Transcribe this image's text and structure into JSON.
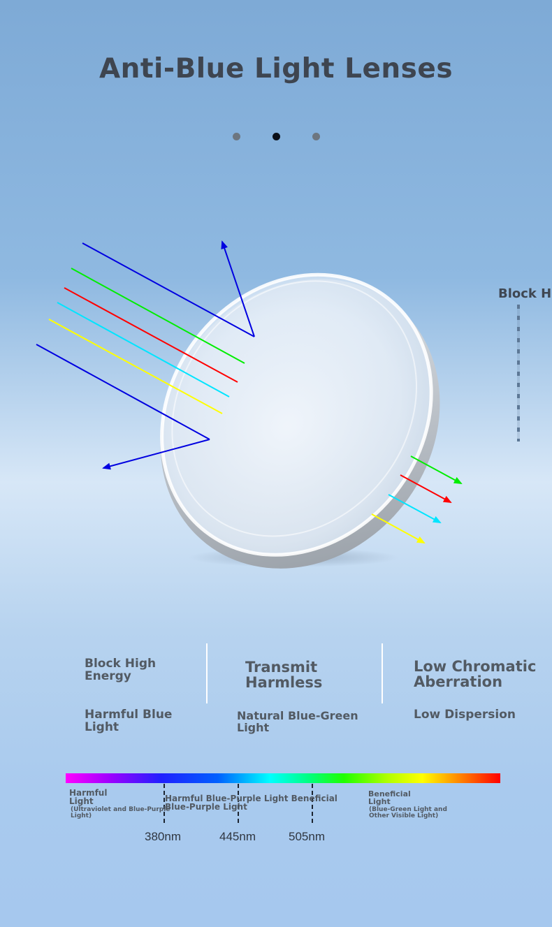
{
  "page": {
    "title": "Anti-Blue Light Lenses"
  },
  "carousel": {
    "dots": [
      {
        "active": false
      },
      {
        "active": true
      },
      {
        "active": false
      }
    ]
  },
  "side_peek": {
    "label": "Block H"
  },
  "features": [
    {
      "title": "Block High\n Energy",
      "subtitle": "Harmful Blue\n Light"
    },
    {
      "title": "Transmit\n Harmless",
      "subtitle": "Natural Blue-Green\n Light"
    },
    {
      "title": "Low Chromatic\n Aberration",
      "subtitle": "Low Dispersion"
    }
  ],
  "spectrum": {
    "labels": {
      "harmful_title": "Harmful\n Light",
      "harmful_detail": "(Ultraviolet and Blue-Purple\n Light)",
      "middle": "Harmful Blue-Purple Light Beneficial\n Blue-Purple Light",
      "beneficial_title": "Beneficial\n Light",
      "beneficial_detail": "(Blue-Green Light and\n Other Visible Light)"
    },
    "ticks": [
      "380nm",
      "445nm",
      "505nm"
    ]
  },
  "colors": {
    "title": "#3e4550",
    "text": "#525a63",
    "ray_blue": "#0000e0",
    "ray_green": "#00ee00",
    "ray_red": "#ff0000",
    "ray_cyan": "#00e5ff",
    "ray_yellow": "#ffff00"
  }
}
